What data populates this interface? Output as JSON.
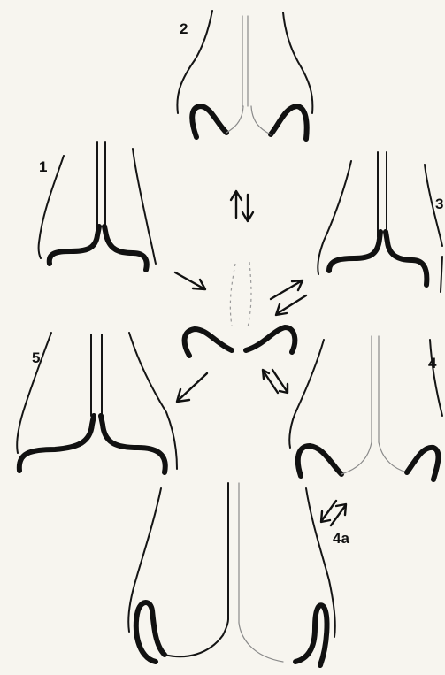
{
  "figures": [
    {
      "id": "1",
      "label": "1"
    },
    {
      "id": "2",
      "label": "2"
    },
    {
      "id": "3",
      "label": "3"
    },
    {
      "id": "4",
      "label": "4"
    },
    {
      "id": "4a",
      "label": "4a"
    },
    {
      "id": "5",
      "label": "5"
    }
  ],
  "colors": {
    "ink": "#111111",
    "paper": "#f7f5ef",
    "faint": "#8a8a8a"
  }
}
